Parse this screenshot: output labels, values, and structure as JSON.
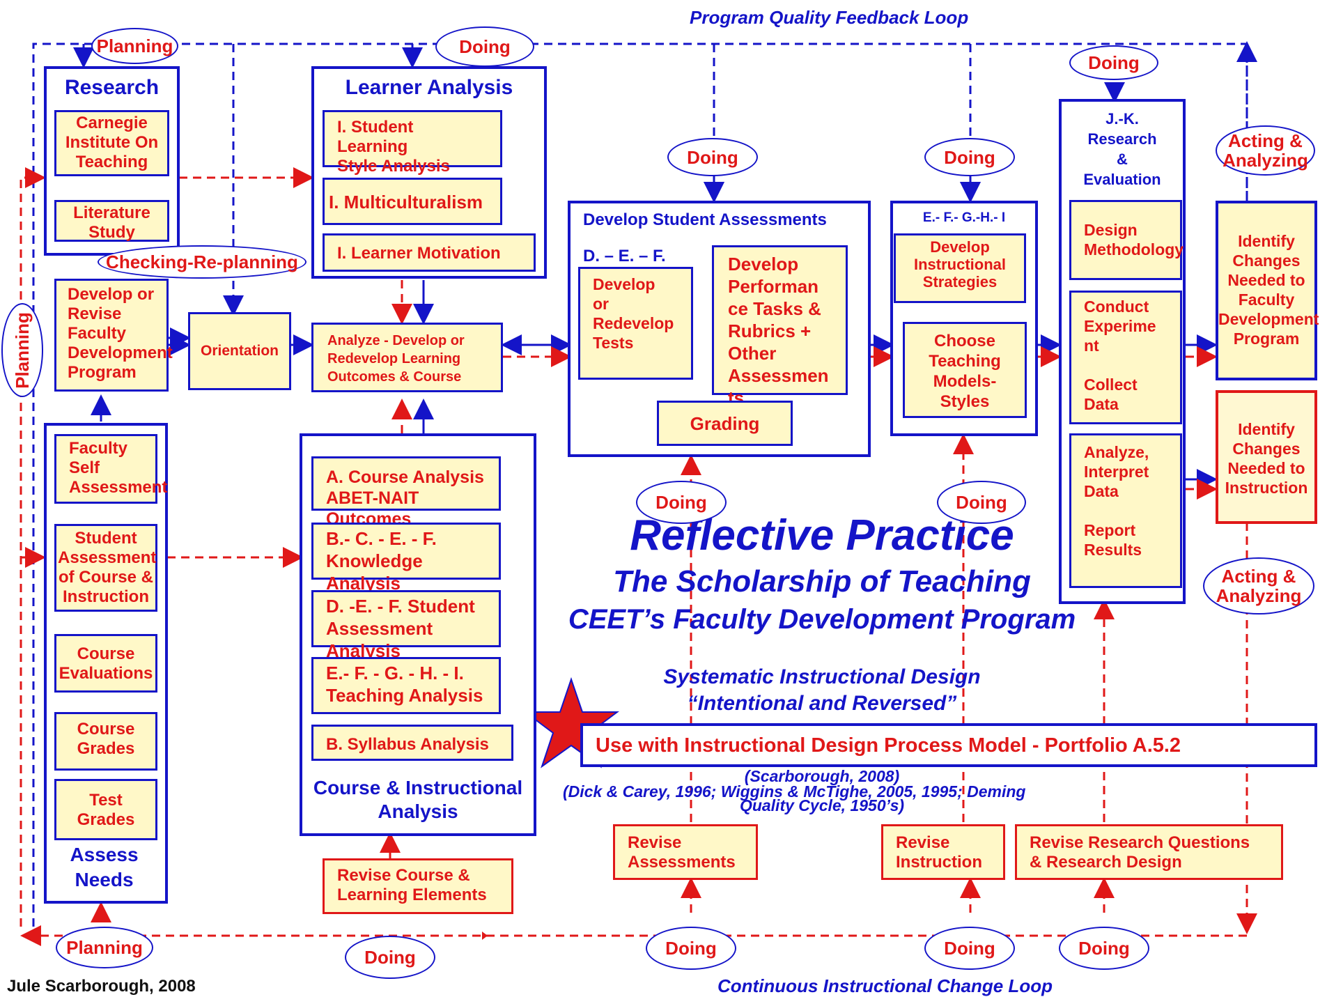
{
  "top_loop_label": "Program Quality Feedback Loop",
  "bottom_loop_label": "Continuous Instructional Change Loop",
  "credit": "Jule Scarborough, 2008",
  "ellipses": {
    "planning_top": "Planning",
    "doing_top_left": "Doing",
    "doing_top_right": "Doing",
    "checking_replanning": "Checking-Re-planning",
    "planning_left": "Planning",
    "doing_assess": "Doing",
    "doing_eh": "Doing",
    "acting_top": "Acting & Analyzing",
    "doing_mid_left": "Doing",
    "doing_mid_right": "Doing",
    "acting_mid": "Acting & Analyzing",
    "planning_bottom": "Planning",
    "doing_bottom_1": "Doing",
    "doing_bottom_2": "Doing",
    "doing_bottom_3": "Doing",
    "doing_bottom_4": "Doing"
  },
  "research": {
    "title": "Research",
    "items": [
      "Carnegie Institute On Teaching",
      "Literature Study"
    ]
  },
  "develop_program": "Develop  or\nRevise\nFaculty\nDevelopment\nProgram",
  "orientation": "Orientation",
  "assess_needs": {
    "title": "Assess Needs",
    "items": [
      "Faculty\nSelf\nAssessment",
      "Student\nAssessment\nof  Course &\nInstruction",
      "Course\nEvaluations",
      "Course\nGrades",
      "Test\nGrades"
    ]
  },
  "learner_analysis": {
    "title": "Learner Analysis",
    "items": [
      "I. Student Learning\nStyle Analysis",
      "I. Multiculturalism",
      "I. Learner Motivation"
    ]
  },
  "analyze_develop": "Analyze - Develop  or\nRedevelop  Learning\nOutcomes  &  Course",
  "course_analysis": {
    "title": "Course & Instructional Analysis",
    "items": [
      "A. Course  Analysis\nABET-NAIT Outcomes",
      "B.- C. - E. - F.\nKnowledge  Analysis",
      "D. -E. - F.  Student\n Assessment Analysis",
      "E.- F. - G. - H. - I.\nTeaching Analysis",
      "B. Syllabus Analysis"
    ]
  },
  "revise_course": "Revise  Course &\nLearning Elements",
  "student_assessments": {
    "title": "Develop Student Assessments",
    "sub": "D. – E. – F.",
    "tests": "Develop\nor\nRedevelop\nTests",
    "performance": "Develop\nPerforman\nce Tasks &\nRubrics  +\nOther\nAssessmen\nts",
    "grading": "Grading"
  },
  "instructional": {
    "title": "E.- F.- G.-H.- I",
    "strategies": "Develop\nInstructional\nStrategies",
    "models": "Choose\nTeaching\nModels-\nStyles"
  },
  "research_eval": {
    "title": "J.-K.\nResearch\n&\nEvaluation",
    "design": "Design\nMethodology",
    "conduct": "Conduct\nExperime\nnt\n\nCollect\nData",
    "analyze": "Analyze,\nInterpret\nData\n\nReport\nResults"
  },
  "identify_program": "Identify\nChanges\nNeeded to\nFaculty\nDevelopment\nProgram",
  "identify_instruction": "Identify\nChanges\nNeeded to\nInstruction",
  "center_title_1": "Reflective Practice",
  "center_title_2": "The Scholarship of Teaching",
  "center_title_3": "CEET’s Faculty Development Program",
  "sid_1": "Systematic Instructional Design",
  "sid_2": "“Intentional and Reversed”",
  "portfolio_banner": "Use with Instructional Design Process Model -  Portfolio   A.5.2",
  "citation_1": "(Scarborough, 2008)",
  "citation_2": "(Dick & Carey, 1996; Wiggins & McTighe, 2005, 1995; Deming",
  "citation_3": "Quality Cycle, 1950’s)",
  "revise_assessments": "Revise\nAssessments",
  "revise_instruction": "Revise\nInstruction",
  "revise_research": "Revise Research Questions\n&   Research Design",
  "colors": {
    "blue": "#1414c8",
    "red": "#e01818",
    "box_fill": "#fff8c8"
  }
}
